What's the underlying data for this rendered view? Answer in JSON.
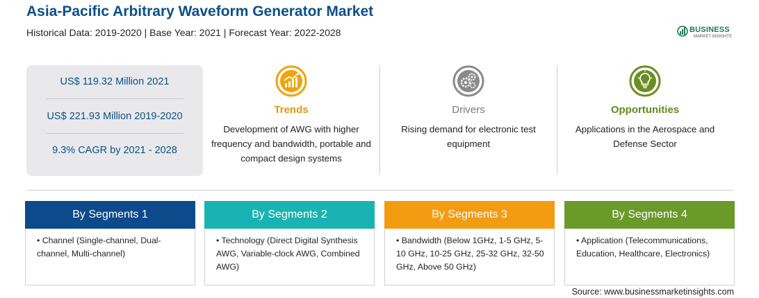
{
  "header": {
    "title": "Asia-Pacific Arbitrary Waveform Generator Market",
    "subtitle": "Historical Data: 2019-2020 | Base Year: 2021 | Forecast Year: 2022-2028"
  },
  "logo": {
    "name": "BUSINESS",
    "tagline": "MARKET INSIGHTS"
  },
  "stats": {
    "item1": "US$ 119.32 Million 2021",
    "item2": "US$ 221.93 Million 2019-2020",
    "item3": "9.3% CAGR by 2021 - 2028"
  },
  "columns": {
    "trends": {
      "title": "Trends",
      "text": "Development of AWG with higher frequency and bandwidth, portable and compact design systems",
      "icon": "growth-chart-icon",
      "color": "#f0a30a"
    },
    "drivers": {
      "title": "Drivers",
      "text": "Rising demand for electronic test equipment",
      "icon": "gears-icon",
      "color": "#7a7a7a"
    },
    "opportunities": {
      "title": "Opportunities",
      "text": "Applications in the Aerospace and Defense Sector",
      "icon": "lightbulb-icon",
      "color": "#6b8e23"
    }
  },
  "segments": [
    {
      "title": "By Segments 1",
      "text": "Channel (Single-channel, Dual-channel, Multi-channel)",
      "color": "#0d4a8c"
    },
    {
      "title": "By Segments 2",
      "text": "Technology (Direct Digital Synthesis AWG, Variable-clock AWG, Combined AWG)",
      "color": "#1ab3b3"
    },
    {
      "title": "By Segments 3",
      "text": "Bandwidth (Below 1GHz, 1-5 GHz, 5-10 GHz, 10-25 GHz, 25-32 GHz, 32-50 GHz, Above 50 GHz)",
      "color": "#f39c12"
    },
    {
      "title": "By Segments 4",
      "text": "Application (Telecommunications, Education, Healthcare, Electronics)",
      "color": "#6a9a2a"
    }
  ],
  "footer": {
    "source": "Source: www.businessmarketinsights.com"
  }
}
